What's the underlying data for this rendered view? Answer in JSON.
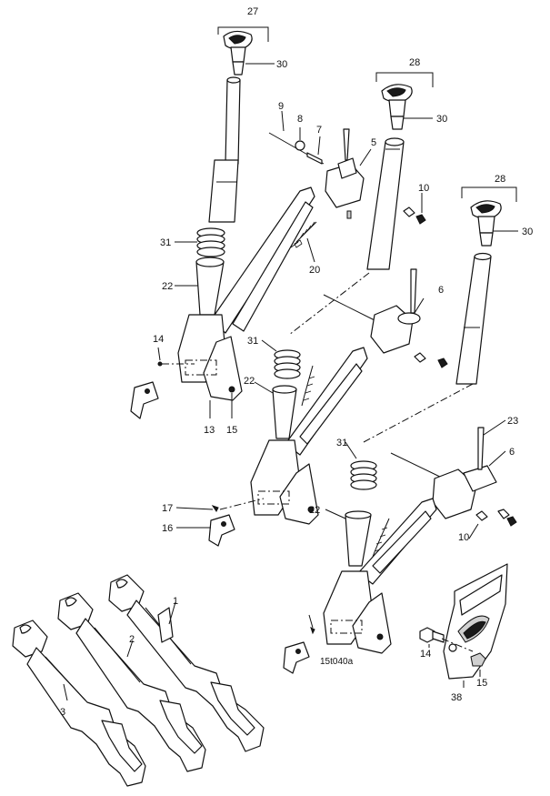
{
  "diagram": {
    "drawing_code": "15t040a",
    "callouts": {
      "c27": "27",
      "c28a": "28",
      "c28b": "28",
      "c30a": "30",
      "c30b": "30",
      "c30c": "30",
      "c9": "9",
      "c8": "8",
      "c7": "7",
      "c5": "5",
      "c10a": "10",
      "c10b": "10",
      "c31a": "31",
      "c31b": "31",
      "c31c": "31",
      "c20": "20",
      "c22a": "22",
      "c22b": "22",
      "c22c": "22",
      "c6a": "6",
      "c6b": "6",
      "c14a": "14",
      "c14b": "14",
      "c13": "13",
      "c15a": "15",
      "c15b": "15",
      "c17": "17",
      "c16": "16",
      "c23": "23",
      "c1": "1",
      "c2": "2",
      "c3": "3",
      "c38": "38"
    }
  }
}
